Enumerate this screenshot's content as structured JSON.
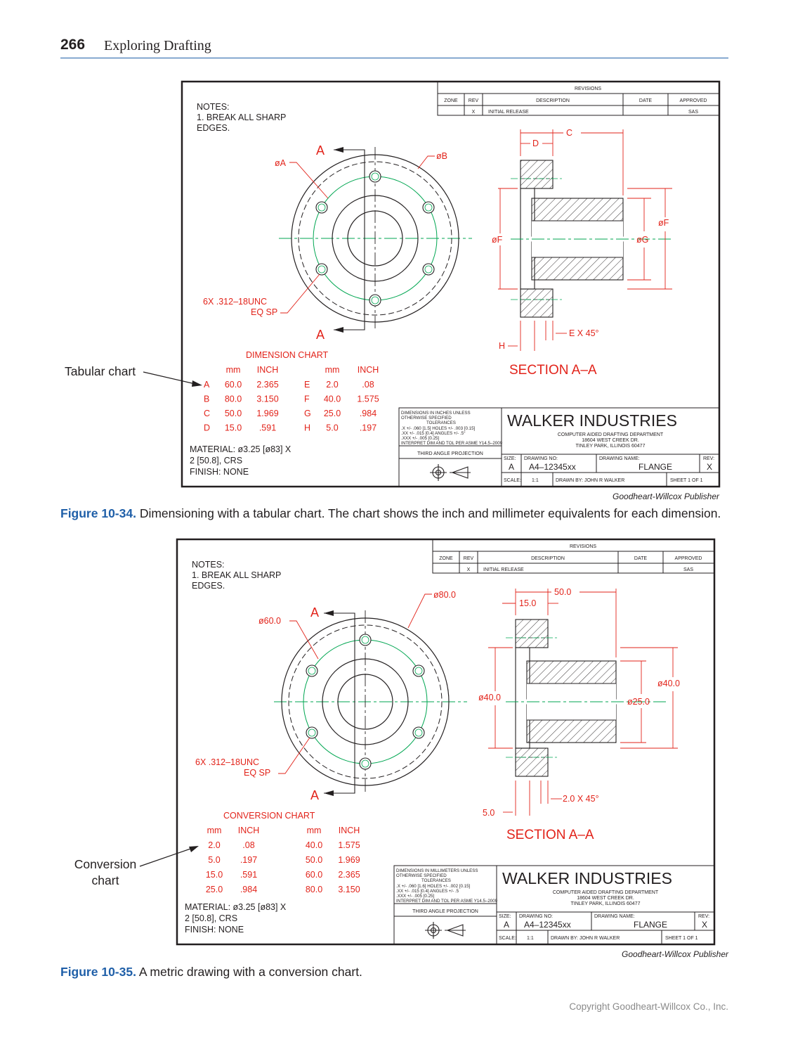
{
  "header": {
    "page_number": "266",
    "book_title": "Exploring Drafting"
  },
  "colors": {
    "accent": "#1f5fa8",
    "dim": "#e2231a",
    "center": "#00a651",
    "line": "#231f20"
  },
  "title_block": {
    "revisions": "REVISIONS",
    "zone": "ZONE",
    "rev": "REV",
    "description": "DESCRIPTION",
    "date": "DATE",
    "approved": "APPROVED",
    "rev_value": "X",
    "rev_desc": "INITIAL RELEASE",
    "approver": "SAS",
    "company": "WALKER   INDUSTRIES",
    "dept": "COMPUTER AIDED DRAFTING DEPARTMENT",
    "address": "18604 WEST CREEK DR.",
    "city": "TINLEY PARK, ILLINOIS 60477",
    "projection": "THIRD ANGLE PROJECTION",
    "size_label": "SIZE:",
    "size": "A",
    "drawing_no_label": "DRAWING NO:",
    "drawing_no": "A4–12345xx",
    "drawing_name_label": "DRAWING NAME:",
    "drawing_name": "FLANGE",
    "rev_label": "REV:",
    "rev_letter": "X",
    "scale_label": "SCALE:",
    "scale": "1:1",
    "drawn_by": "DRAWN BY: JOHN R WALKER",
    "sheet": "SHEET 1 OF 1",
    "tol_line3": "TOLERANCES",
    "tol_line7": "INTERPRET DIM AND TOL PER ASME Y14.5–2009"
  },
  "notes": {
    "title": "NOTES:",
    "line1": "1. BREAK ALL SHARP",
    "line2": "EDGES."
  },
  "material": {
    "line1": "MATERIAL: ø3.25 [ø83] X",
    "line2": "2 [50.8], CRS",
    "line3": "FINISH: NONE"
  },
  "fig1": {
    "tol_line1": "DIMENSIONS IN INCHES UNLESS",
    "tol_line2": "OTHERWISE SPECIFIED",
    "tol_line4": ".X  +/- .060 [1.5]  HOLES  +/- .003 [0.15]",
    "tol_line5": ".XX  +/- .015 [0.4]  ANGLES +/- .5°",
    "tol_line6": ".XXX +/- .005 [0.25]",
    "section_A": "A",
    "dia_A": "øA",
    "dia_B": "øB",
    "thread": "6X .312–18UNC",
    "eqsp": "EQ SP",
    "dim_C": "C",
    "dim_D": "D",
    "dim_F_left": "øF",
    "dim_F_right": "øF",
    "dim_G": "øG",
    "dim_H": "H",
    "chamfer": "E X 45°",
    "section_label": "SECTION  A–A",
    "chart_title": "DIMENSION  CHART",
    "chart_headers": [
      "mm",
      "INCH",
      "mm",
      "INCH"
    ],
    "chart_rows": [
      [
        "A",
        "60.0",
        "2.365",
        "E",
        "2.0",
        ".08"
      ],
      [
        "B",
        "80.0",
        "3.150",
        "F",
        "40.0",
        "1.575"
      ],
      [
        "C",
        "50.0",
        "1.969",
        "G",
        "25.0",
        ".984"
      ],
      [
        "D",
        "15.0",
        ".591",
        "H",
        "5.0",
        ".197"
      ]
    ],
    "credit": "Goodheart-Willcox Publisher",
    "caption_label": "Figure 10-34.",
    "caption_text": " Dimensioning with a tabular chart. The chart shows the inch and millimeter equivalents for each dimension.",
    "callout": "Tabular chart"
  },
  "fig2": {
    "tol_line1": "DIMENSIONS IN MILLIMETERS UNLESS",
    "tol_line2": "OTHERWISE SPECIFIED",
    "tol_line4": ".X  +/- .060 [1.6]  HOLES  +/- .002 [0.15]",
    "tol_line5": ".XX  +/- .015 [0.4]  ANGLES +/- .5",
    "tol_line6": ".XXX +/- .005 [0.25]",
    "section_A": "A",
    "dia_A": "ø60.0",
    "dia_B": "ø80.0",
    "thread": "6X .312–18UNC",
    "eqsp": "EQ SP",
    "dim_C": "50.0",
    "dim_D": "15.0",
    "dim_F_left": "ø40.0",
    "dim_F_right": "ø40.0",
    "dim_G": "ø25.0",
    "dim_H": "5.0",
    "chamfer": "2.0 X 45°",
    "section_label": "SECTION  A–A",
    "chart_title": "CONVERSION  CHART",
    "chart_headers": [
      "mm",
      "INCH",
      "mm",
      "INCH"
    ],
    "chart_rows": [
      [
        "2.0",
        ".08",
        "40.0",
        "1.575"
      ],
      [
        "5.0",
        ".197",
        "50.0",
        "1.969"
      ],
      [
        "15.0",
        ".591",
        "60.0",
        "2.365"
      ],
      [
        "25.0",
        ".984",
        "80.0",
        "3.150"
      ]
    ],
    "credit": "Goodheart-Willcox Publisher",
    "caption_label": "Figure 10-35.",
    "caption_text": " A metric drawing with a conversion chart.",
    "callout_line1": "Conversion",
    "callout_line2": "chart"
  },
  "footer": {
    "copyright": "Copyright Goodheart-Willcox Co., Inc."
  }
}
